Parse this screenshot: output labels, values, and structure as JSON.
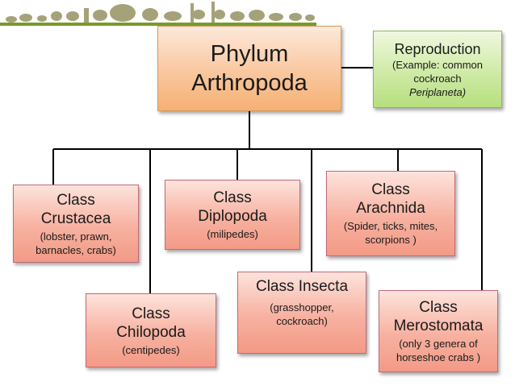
{
  "banner": {
    "strip_color": "#7a9a2a",
    "animal_color": "#a5a27a"
  },
  "phylum": {
    "line1": "Phylum",
    "line2": "Arthropoda"
  },
  "reproduction": {
    "title": "Reproduction",
    "line1": "(Example: common",
    "line2": "cockroach",
    "line3": "Periplaneta)"
  },
  "classes": {
    "crustacea": {
      "line1": "Class",
      "line2": "Crustacea",
      "desc1": "(lobster, prawn,",
      "desc2": "barnacles, crabs)"
    },
    "diplopoda": {
      "line1": "Class",
      "line2": "Diplopoda",
      "desc1": "(milipedes)"
    },
    "arachnida": {
      "line1": "Class",
      "line2": "Arachnida",
      "desc1": "(Spider, ticks, mites,",
      "desc2": "scorpions )"
    },
    "chilopoda": {
      "line1": "Class",
      "line2": "Chilopoda",
      "desc1": "(centipedes)"
    },
    "insecta": {
      "line1": "Class Insecta",
      "desc1": "(grasshopper,",
      "desc2": "cockroach)"
    },
    "merostomata": {
      "line1": "Class",
      "line2": "Merostomata",
      "desc1": "(only 3 genera of",
      "desc2": "horseshoe crabs )"
    }
  }
}
